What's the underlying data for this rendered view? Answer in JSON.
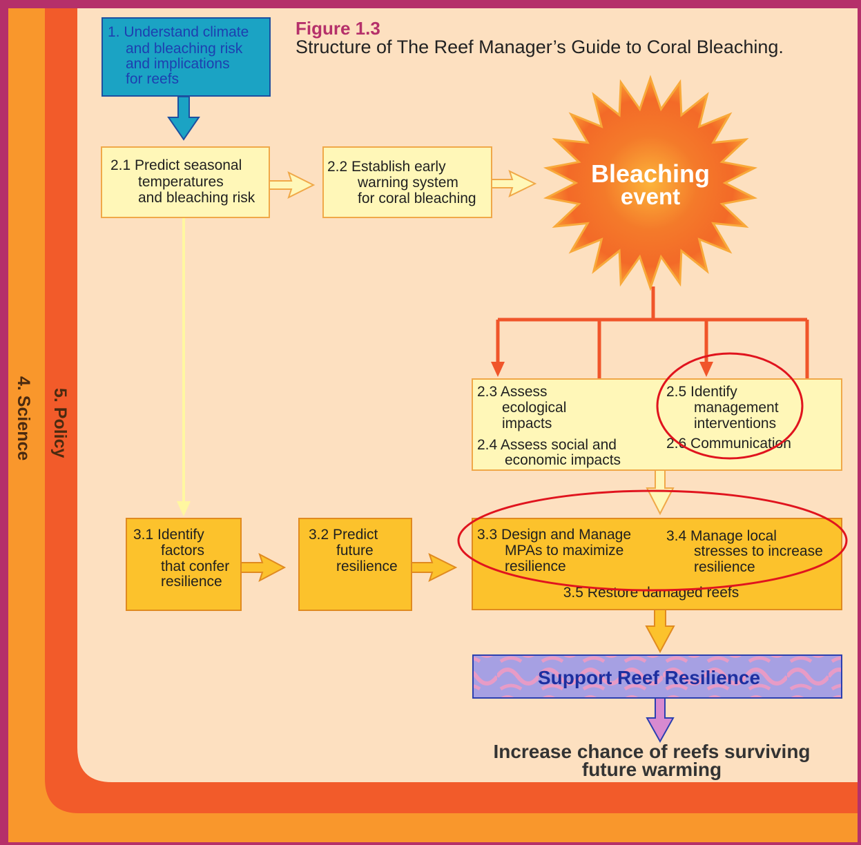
{
  "figure": {
    "label": "Figure 1.3",
    "caption": "Structure of The Reef Manager’s Guide to Coral Bleaching."
  },
  "bands": {
    "science": "4. Science",
    "policy": "5. Policy"
  },
  "boxes": {
    "b1": [
      "1. Understand climate",
      "and bleaching risk",
      "and implications",
      "for reefs"
    ],
    "b21": [
      "2.1 Predict seasonal",
      "temperatures",
      "and bleaching risk"
    ],
    "b22": [
      "2.2 Establish early",
      "warning system",
      "for coral bleaching"
    ],
    "bleaching": [
      "Bleaching",
      "event"
    ],
    "b23": [
      "2.3 Assess",
      "ecological",
      "impacts"
    ],
    "b24": [
      "2.4 Assess social and",
      "economic impacts"
    ],
    "b25": [
      "2.5 Identify",
      "management",
      "interventions"
    ],
    "b26": "2.6 Communication",
    "b31": [
      "3.1 Identify",
      "factors",
      "that confer",
      "resilience"
    ],
    "b32": [
      "3.2 Predict",
      "future",
      "resilience"
    ],
    "b33": [
      "3.3 Design and Manage",
      "MPAs to maximize",
      "resilience"
    ],
    "b34": [
      "3.4 Manage local",
      "stresses to increase",
      "resilience"
    ],
    "b35": "3.5 Restore damaged reefs",
    "support": "Support Reef Resilience",
    "outcome": [
      "Increase chance of reefs surviving",
      "future warming"
    ]
  },
  "colors": {
    "border": "#b5306a",
    "background": "#fde0c0",
    "science_band": "#f9972c",
    "policy_band": "#f25b2a",
    "step1_fill": "#1ba3c4",
    "step2_fill": "#fff7b8",
    "step3_fill": "#fcc22c",
    "support_fill": "#a6a0e3",
    "figure_label": "#b5306a",
    "annotation": "#e0141e"
  }
}
